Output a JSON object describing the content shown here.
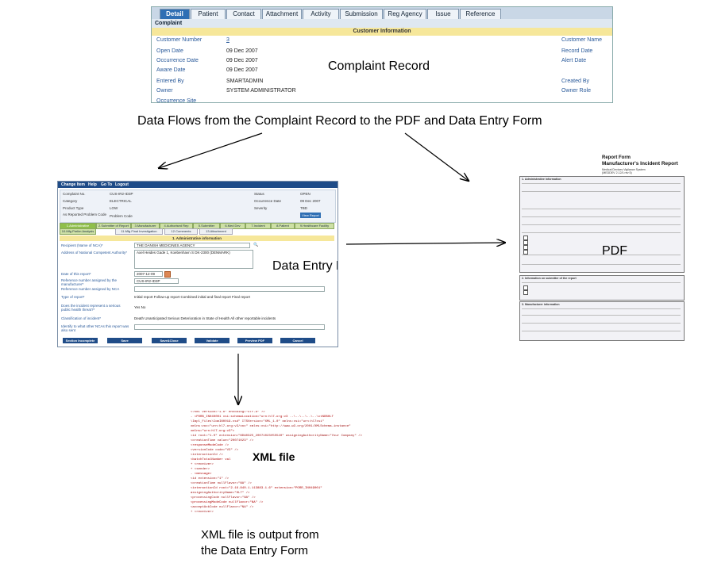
{
  "labels": {
    "complaint_record": "Complaint Record",
    "flow_caption": "Data Flows from the Complaint Record to the PDF and Data Entry Form",
    "data_entry_form": "Data Entry Form",
    "pdf": "PDF",
    "xml_file": "XML file",
    "xml_output_line1": "XML file is output from",
    "xml_output_line2": "the Data Entry Form"
  },
  "complaint": {
    "tabs": [
      "Detail",
      "Patient",
      "Contact",
      "Attachment",
      "Activity",
      "Submission",
      "Reg Agency",
      "Issue",
      "Reference"
    ],
    "subheader": "Complaint",
    "section": "Customer Information",
    "rows": [
      {
        "label": "Customer Number",
        "value": "3",
        "right": "Customer Name"
      },
      {
        "label": "Open Date",
        "value": "09 Dec 2007",
        "right": "Record Date"
      },
      {
        "label": "Occurrence Date",
        "value": "09 Dec 2007",
        "right": "Alert Date"
      },
      {
        "label": "Aware Date",
        "value": "09 Dec 2007",
        "right": ""
      },
      {
        "label": "Entered By",
        "value": "SMARTADMIN",
        "right": "Created By"
      },
      {
        "label": "Owner",
        "value": "SYSTEM ADMINISTRATOR",
        "right": "Owner Role"
      }
    ],
    "cutoff_label": "Occurrence Site"
  },
  "form": {
    "menu": [
      "Change Item",
      "Help",
      "Go To",
      "Logout"
    ],
    "header_rows": [
      {
        "label": "Complaint No.",
        "value": "CUS-IR2-ID3P",
        "rlabel": "Status",
        "rvalue": "OPEN"
      },
      {
        "label": "Category",
        "value": "ELECTRICAL",
        "rlabel": "Occurrence Date",
        "rvalue": "09 Dec 2007"
      },
      {
        "label": "Product Type",
        "value": "LOW",
        "rlabel": "Severity",
        "rvalue": "TBD"
      },
      {
        "label": "As Reported Problem Code",
        "value": "Problem Code",
        "rlabel": "",
        "rvalue": ""
      }
    ],
    "view_report": "View Report",
    "tabs_row1": [
      "1.Administrative",
      "2.Submitter of Report",
      "3.Manufacturer",
      "4.Authorised Rep",
      "5.Submitter",
      "6.Med Dev",
      "7.Incident",
      "8.Patient",
      "9.Healthcare Facility"
    ],
    "tabs_row2": [
      "10.Mfg Prelim Analysis",
      "11.Mfg Final Investigation",
      "12.Comments",
      "13.Attachment"
    ],
    "section": "1. Administrative information",
    "fields": [
      {
        "label": "Recipient (Name of NCA)*",
        "value": "THE DANISH MEDICINES AGENCY"
      },
      {
        "label": "Address of National Competent Authority*",
        "value": "Axel Heides Gade 1, Koebenhavn S DK-2300 (DENMARK)"
      },
      {
        "label": "Date of this report*",
        "value": "2007-12-09"
      },
      {
        "label": "Reference number assigned by the manufacturer*",
        "value": "CUS-IR2-ID3P"
      },
      {
        "label": "Reference number assigned by NCA",
        "value": ""
      },
      {
        "label": "Type of report*",
        "value": "Initial report   Follow-up report   Combined initial and final report   Final report"
      },
      {
        "label": "Does the incident represent a serious public health threat?*",
        "value": "Yes   No"
      },
      {
        "label": "Classification of incident*",
        "value": "Death   Unanticipated Serious Deterioration in State of Health   All other reportable incidents"
      },
      {
        "label": "Identify to what other NCAs this report was also sent",
        "value": ""
      }
    ],
    "buttons": [
      "Section Incomplete",
      "Save",
      "Save&Close",
      "Validate",
      "Preview PDF",
      "Cancel"
    ]
  },
  "pdf": {
    "title1": "Report Form",
    "title2": "Manufacturer's Incident Report",
    "title3": "Medical Devices Vigilance System",
    "title4": "(MEDDEV 2.12/1 rev 5)",
    "s1": "1. Administrative information",
    "s2": "2. Information on submitter of the report",
    "s3": "3. Manufacturer information"
  },
  "xml": {
    "lines": [
      "<?xml version=\"1.0\" encoding=\"UTF-8\" ?>",
      "- <PORB_IN040001 xsi:schemaLocation=\"urn:hl7-org:v3 ..\\..\\..\\..\\..\\ctNDBHLT",
      "    \\Impl_Files\\ComIN0019.xsd\" ITSVersion=\"XML_1.0\" xmlns:xsi=\"urn:hl7xsi\"",
      "    xmlns:voc=\"urn:hl7-org:v3/voc\" xmlns:xsi=\"http://www.w3.org/2001/XMLSchema-instance\"",
      "    xmlns=\"urn:hl7-org:v3\">",
      "    <id root=\"1.0\" extension=\"NDA0325_20071023V55540\" assigningAuthorityName=\"Your Company\" />",
      "    <creationTime value=\"20071023\" />",
      "    <responseModeCode />",
      "    <versionCode code=\"V3\" />",
      "    <interactionId />",
      "    <batchTotalNumber val",
      "  + <receiver>",
      "  + <sender>",
      "  - <message>",
      "      <id extension=\"1\" />",
      "      <creationTime nullFlavor=\"NA\" />",
      "      <interactionId root=\"2.16.840.1.113883.1.6\" extension=\"PORR_IN049001\"",
      "        assigningAuthorityName=\"HL7\" />",
      "      <processingCode nullFlavor=\"NA\" />",
      "      <processingModeCode nullFlavor=\"NA\" />",
      "      <acceptAckCode nullFlavor=\"NA\" />",
      "    + <receiver>"
    ]
  }
}
